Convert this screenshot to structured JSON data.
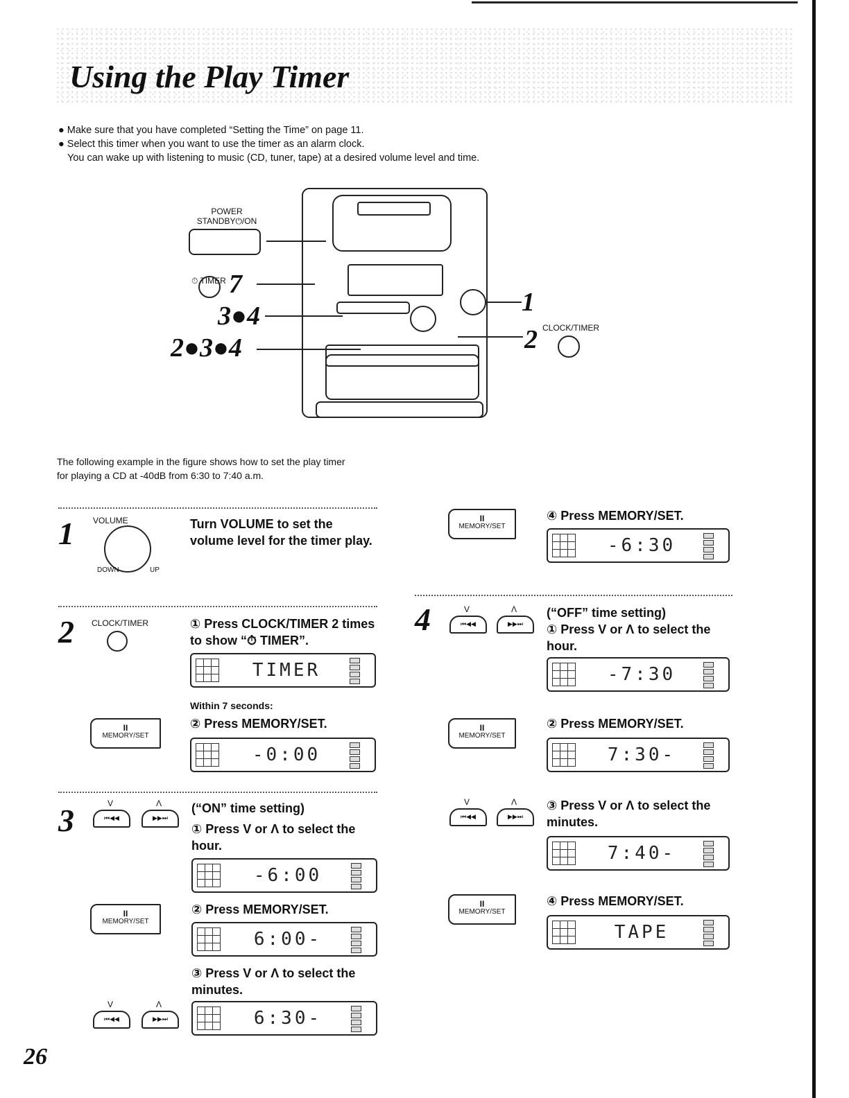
{
  "page": {
    "title": "Using the Play Timer",
    "bullets": [
      "● Make sure that you have completed “Setting the Time” on page 11.",
      "● Select this timer when you want to use the timer as an alarm clock."
    ],
    "bullet_continuation": "You can wake up with listening to music (CD, tuner, tape) at a desired volume level and time.",
    "example": [
      "The following example in the figure shows how to set the play timer",
      "for playing a CD at -40dB from 6:30 to 7:40 a.m."
    ],
    "page_number": "26"
  },
  "figure": {
    "power_label": "POWER\nSTANDBY⏻/ON",
    "timer_label": "TIMER",
    "clock_timer_label": "CLOCK/TIMER",
    "callouts": [
      "7",
      "3●4",
      "2●3●4",
      "1",
      "2"
    ]
  },
  "labels": {
    "volume": "VOLUME",
    "down": "DOWN",
    "up": "UP",
    "clock_timer": "CLOCK/TIMER",
    "memory_set": "MEMORY/SET",
    "pause": "II",
    "down_arrow": "V",
    "up_arrow": "Λ",
    "prev": "⏮◀◀",
    "next": "▶▶⏭"
  },
  "steps": {
    "s1": {
      "num": "1",
      "text": "Turn VOLUME to set the volume level for the timer play."
    },
    "s2": {
      "num": "2",
      "text": "① Press CLOCK/TIMER 2 times to show “⏱ TIMER”.",
      "display1": "TIMER",
      "within": "Within 7 seconds:",
      "text2": "② Press MEMORY/SET.",
      "display2": "-0:00"
    },
    "s3": {
      "num": "3",
      "heading": "(“ON” time setting)",
      "text1": "① Press V or Λ to select the hour.",
      "display1": "-6:00",
      "text2": "② Press MEMORY/SET.",
      "display2": "6:00-",
      "text3": "③ Press V or Λ to select the minutes.",
      "display3": "6:30-"
    },
    "s3b": {
      "text4": "④ Press MEMORY/SET.",
      "display4": "-6:30"
    },
    "s4": {
      "num": "4",
      "heading": "(“OFF” time setting)",
      "text1": "① Press V or Λ to select the hour.",
      "display1": "-7:30",
      "text2": "② Press MEMORY/SET.",
      "display2": "7:30-",
      "text3": "③ Press V or Λ to select the minutes.",
      "display3": "7:40-",
      "text4": "④ Press MEMORY/SET.",
      "display4": "TAPE"
    }
  }
}
